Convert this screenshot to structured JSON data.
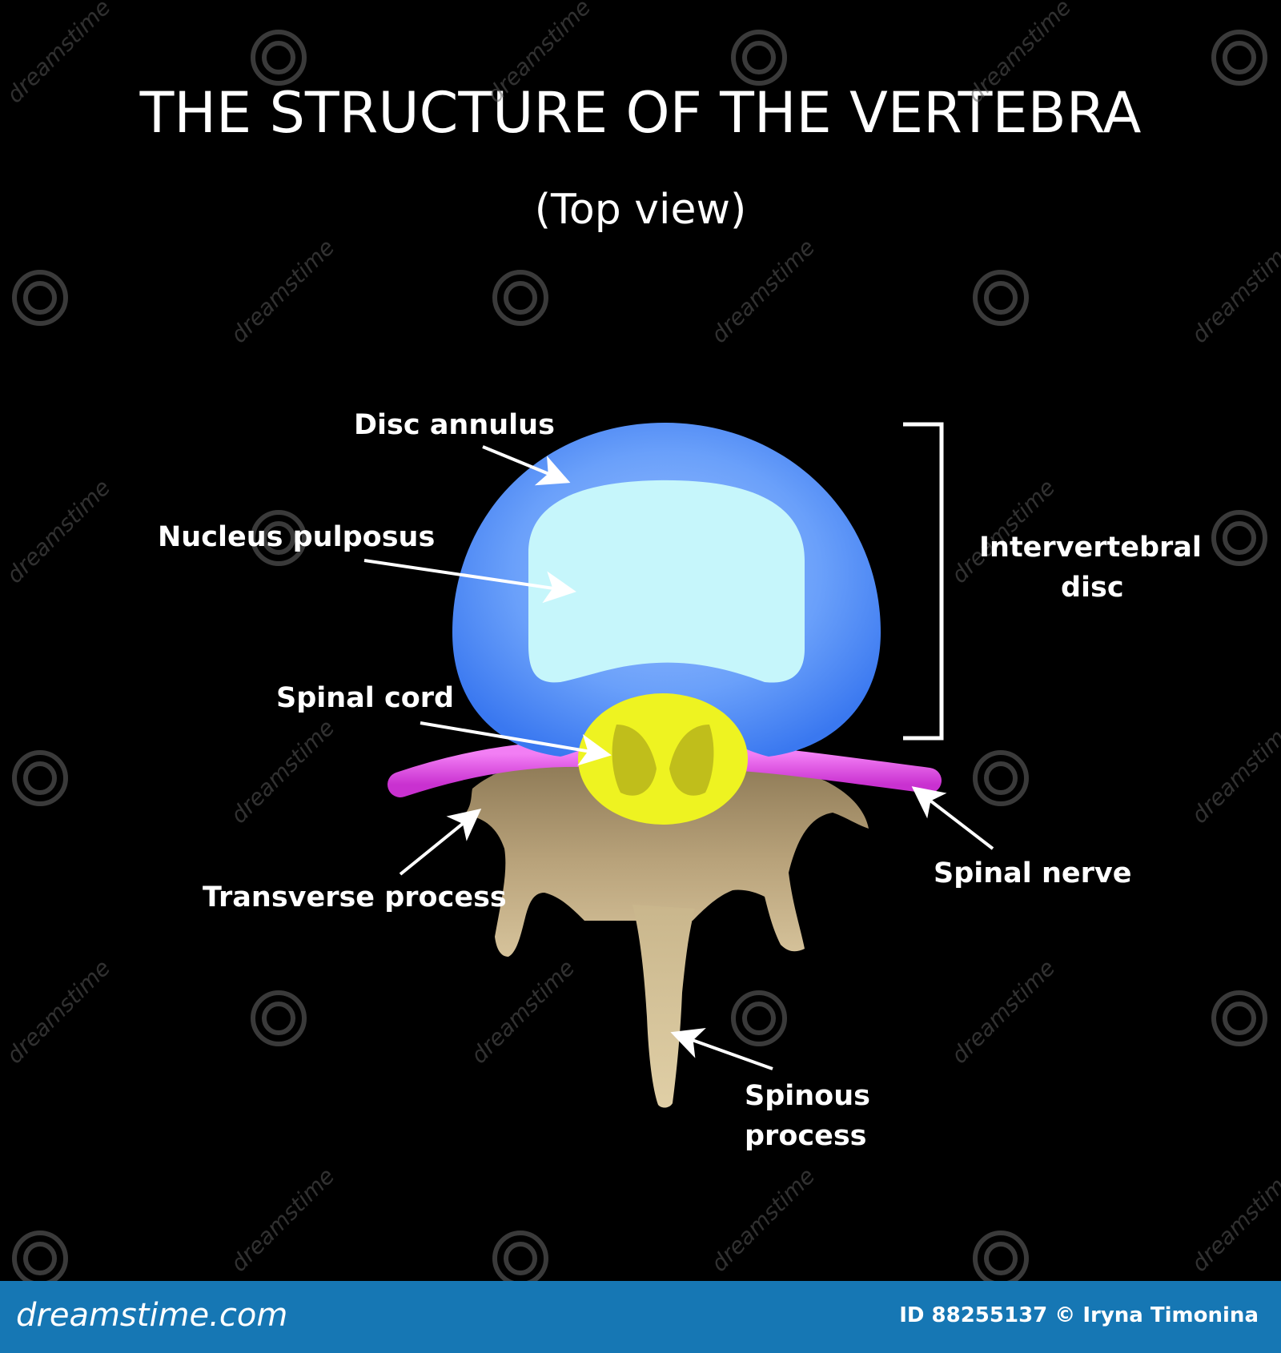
{
  "title": "THE STRUCTURE OF THE VERTEBRA",
  "subtitle": "(Top view)",
  "labels": {
    "disc_annulus": "Disc annulus",
    "nucleus_pulposus": "Nucleus pulposus",
    "spinal_cord": "Spinal cord",
    "transverse_process": "Transverse process",
    "intervertebral_disc_line1": "Intervertebral",
    "intervertebral_disc_line2": "disc",
    "spinal_nerve": "Spinal nerve",
    "spinous_process_line1": "Spinous",
    "spinous_process_line2": "process"
  },
  "watermark": {
    "text": "dreamstime",
    "footer_logo": "dreamstime.com",
    "footer_credit": "ID 88255137 © Iryna Timonina"
  },
  "colors": {
    "background": "#000000",
    "disc_annulus": "#4f8cf7",
    "nucleus_pulposus": "#bff4fb",
    "spinal_cord": "#f1f41e",
    "spinal_nerve": "#e24ee6",
    "bone": "#b09a72",
    "footer": "#1677b4"
  }
}
